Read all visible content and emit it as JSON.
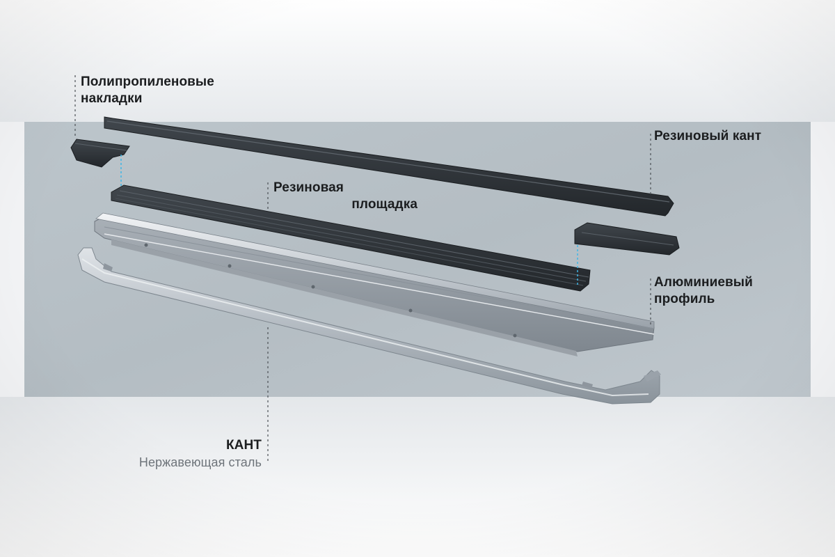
{
  "labels": {
    "caps": {
      "line1": "Полипропиленовые",
      "line2": "накладки"
    },
    "rubber_edge": {
      "line1": "Резиновый кант"
    },
    "rubber_pad": {
      "line1": "Резиновая",
      "line2": "площадка"
    },
    "aluminium_profile": {
      "line1": "Алюминиевый",
      "line2": "профиль"
    },
    "trim": {
      "line1": "КАНТ",
      "line2": "Нержавеющая сталь"
    }
  },
  "colors": {
    "background_band": "#b7c0c6",
    "background_light": "#eceff2",
    "label_text": "#1b1d1f",
    "sublabel_text": "#6e747a",
    "leader_line": "#4b5055",
    "alignment_line": "#3fb6e6",
    "rubber": "#2c3034",
    "aluminium": "#c9ced3",
    "steel": "#aeb5bc"
  }
}
